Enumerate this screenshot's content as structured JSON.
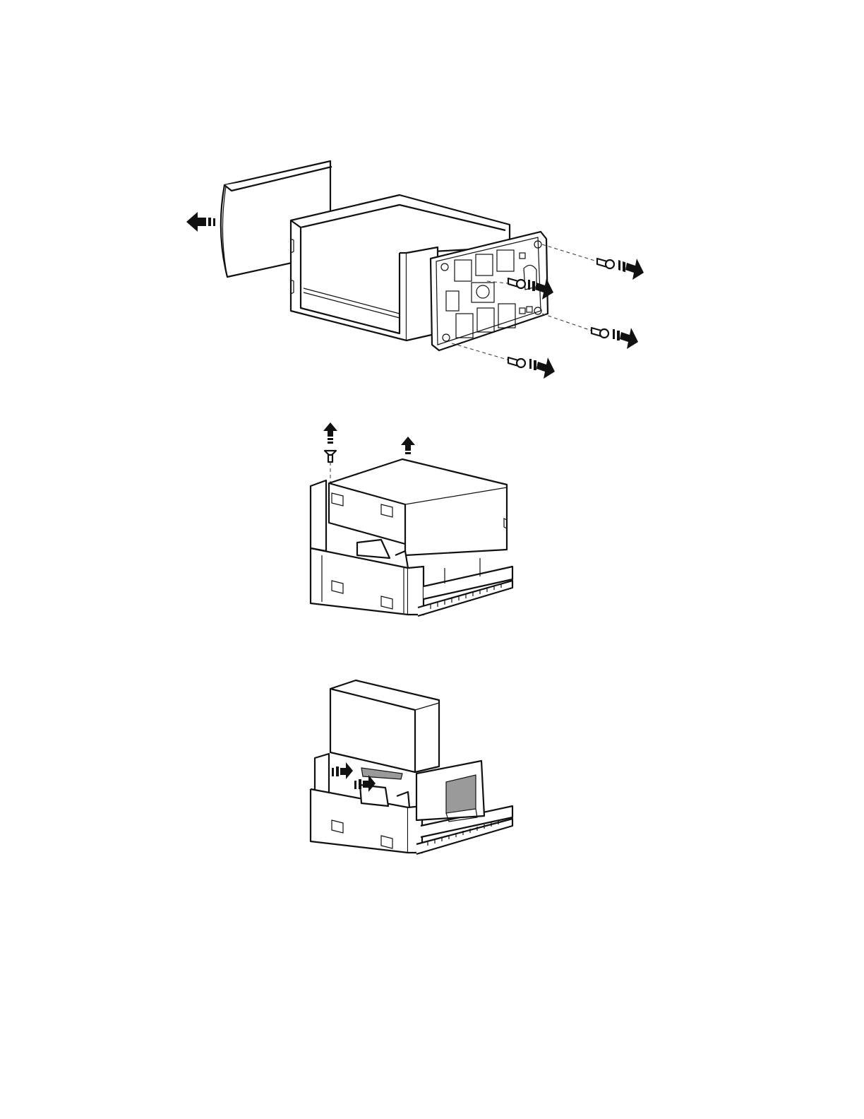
{
  "figures": [
    {
      "name": "step-remove-front-and-rear-panels"
    },
    {
      "name": "step-remove-top-cover-screws"
    },
    {
      "name": "step-remove-battery"
    }
  ],
  "icons": [
    "arrow-icon",
    "screw-icon",
    "outlet-icon"
  ]
}
